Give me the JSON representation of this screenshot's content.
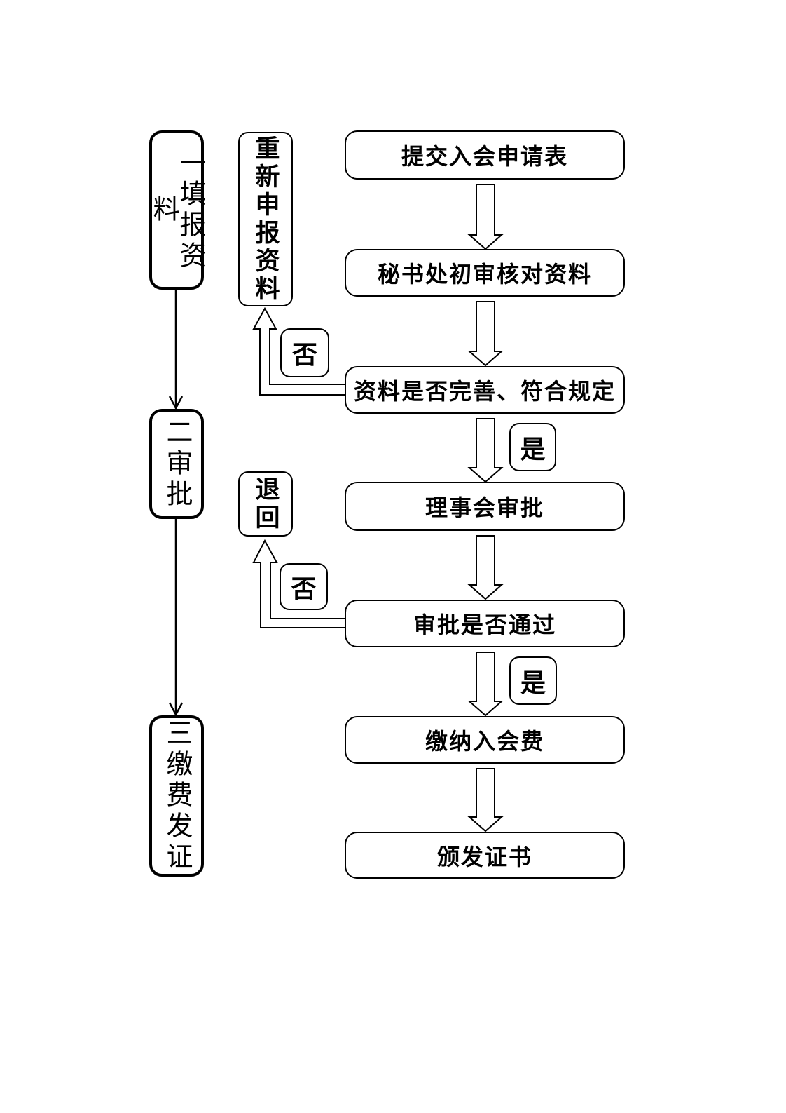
{
  "diagram": {
    "title_hint": "membership-application-flowchart",
    "colors": {
      "line": "#000000",
      "box_fill": "#ffffff",
      "text": "#000000",
      "background": "#ffffff"
    },
    "stage_nodes": [
      {
        "id": "stage-1",
        "label": "一填报资料"
      },
      {
        "id": "stage-2",
        "label": "二审批"
      },
      {
        "id": "stage-3",
        "label": "三缴费发证"
      }
    ],
    "process_nodes": [
      {
        "id": "submit-form",
        "label": "提交入会申请表"
      },
      {
        "id": "secretariat-check",
        "label": "秘书处初审核对资料"
      },
      {
        "id": "material-decision",
        "label": "资料是否完善、符合规定"
      },
      {
        "id": "council-approval",
        "label": "理事会审批"
      },
      {
        "id": "approval-decision",
        "label": "审批是否通过"
      },
      {
        "id": "pay-fee",
        "label": "缴纳入会费"
      },
      {
        "id": "issue-certificate",
        "label": "颁发证书"
      }
    ],
    "side_nodes": [
      {
        "id": "resubmit-materials",
        "label": "重新申报资料"
      },
      {
        "id": "return-back",
        "label": "退回"
      }
    ],
    "branch_labels": [
      {
        "id": "no-1",
        "label": "否"
      },
      {
        "id": "yes-1",
        "label": "是"
      },
      {
        "id": "no-2",
        "label": "否"
      },
      {
        "id": "yes-2",
        "label": "是"
      }
    ]
  }
}
